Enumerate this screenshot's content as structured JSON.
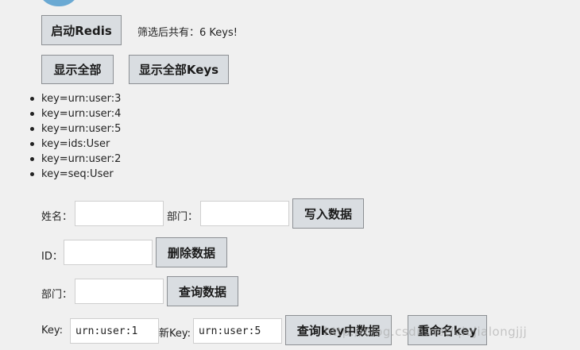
{
  "toolbar": {
    "start_redis_label": "启动Redis",
    "filter_result": "筛选后共有：6 Keys!",
    "show_all_label": "显示全部",
    "show_all_keys_label": "显示全部Keys"
  },
  "keys": [
    "key=urn:user:3",
    "key=urn:user:4",
    "key=urn:user:5",
    "key=ids:User",
    "key=urn:user:2",
    "key=seq:User"
  ],
  "write_form": {
    "name_label": "姓名：",
    "name_value": "",
    "dept_label": "部门：",
    "dept_value": "",
    "submit_label": "写入数据"
  },
  "delete_form": {
    "id_label": "ID：",
    "id_value": "",
    "submit_label": "删除数据"
  },
  "query_form": {
    "dept_label": "部门：",
    "dept_value": "",
    "submit_label": "查询数据"
  },
  "key_form": {
    "key_label": "Key:",
    "key_value": "urn:user:1",
    "new_key_label": "新Key:",
    "new_key_value": "urn:user:5",
    "query_label": "查询key中数据",
    "rename_label": "重命名key"
  },
  "watermark": "http://blog.csdn.net/qiujialongjjj"
}
